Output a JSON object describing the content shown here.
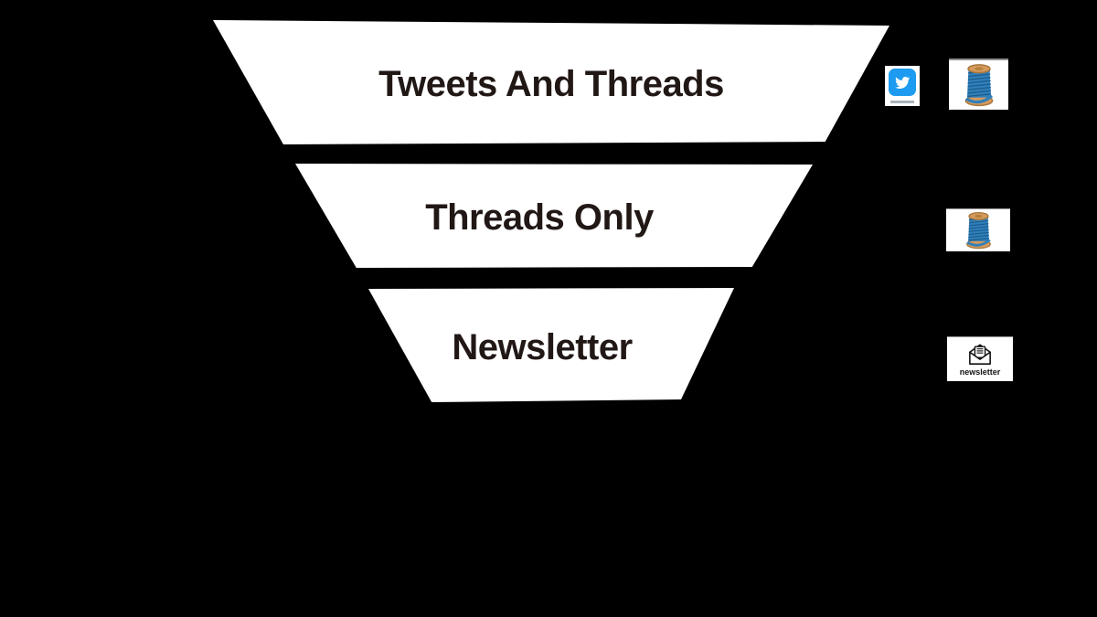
{
  "funnel": {
    "tiers": [
      {
        "label": "Tweets And Threads"
      },
      {
        "label": "Threads Only"
      },
      {
        "label": "Newsletter"
      }
    ]
  },
  "icons": {
    "row_tweets_and_threads": [
      {
        "name": "twitter-logo-icon"
      },
      {
        "name": "thread-spool-icon"
      }
    ],
    "row_threads_only": [
      {
        "name": "thread-spool-icon"
      }
    ],
    "row_newsletter": [
      {
        "name": "newsletter-envelope-icon",
        "caption": "newsletter"
      }
    ]
  },
  "colors": {
    "background": "#000000",
    "shape_fill": "#ffffff",
    "label_text": "#211816",
    "twitter_blue": "#1d9bf0",
    "spool_blue": "#2a7ab5",
    "spool_tan": "#d49a5c"
  }
}
